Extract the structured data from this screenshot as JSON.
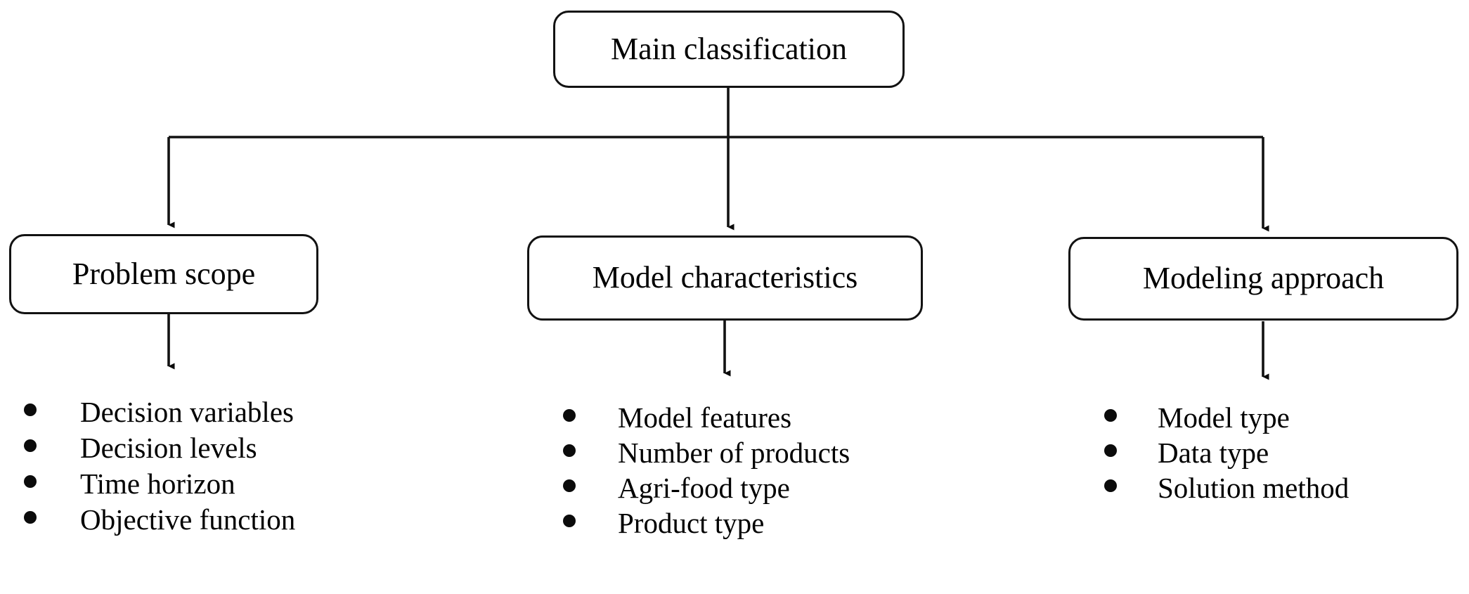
{
  "diagram": {
    "type": "hierarchy-tree",
    "title": "Main classification",
    "orientation": "top-down",
    "colors": {
      "stroke": "#121212",
      "node_fill": "#ffffff",
      "text": "#000000",
      "background": "#ffffff"
    },
    "root": {
      "label": "Main classification"
    },
    "branches": [
      {
        "id": "problem-scope",
        "label": "Problem scope",
        "items": [
          "Decision variables",
          "Decision levels",
          "Time horizon",
          "Objective function"
        ]
      },
      {
        "id": "model-characteristics",
        "label": "Model characteristics",
        "items": [
          "Model features",
          "Number of products",
          "Agri-food type",
          "Product type"
        ]
      },
      {
        "id": "modeling-approach",
        "label": "Modeling approach",
        "items": [
          "Model type",
          "Data type",
          "Solution method"
        ]
      }
    ],
    "connectors": {
      "style": "orthogonal-with-arrowheads",
      "arrowhead": "filled-triangle"
    }
  }
}
